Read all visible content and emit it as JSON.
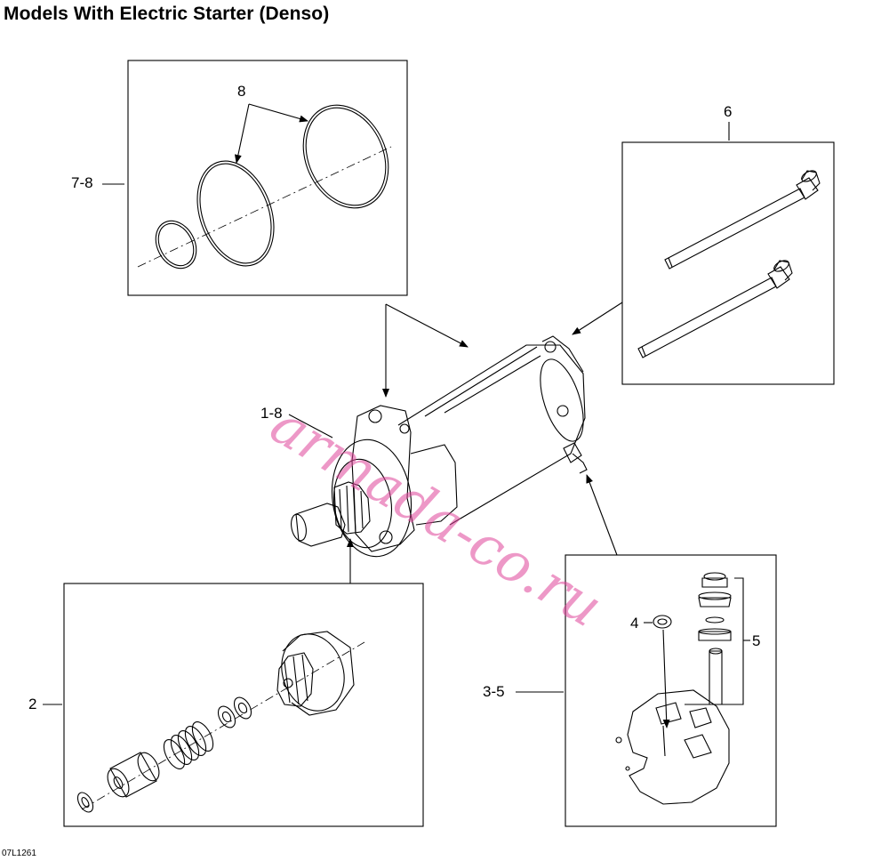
{
  "title": "Models With Electric Starter (Denso)",
  "drawing_code": "07L1261",
  "watermark": "armada-co.ru",
  "callouts": {
    "c8": "8",
    "c7_8": "7-8",
    "c6": "6",
    "c1_8": "1-8",
    "c2": "2",
    "c4": "4",
    "c5": "5",
    "c3_5": "3-5"
  }
}
